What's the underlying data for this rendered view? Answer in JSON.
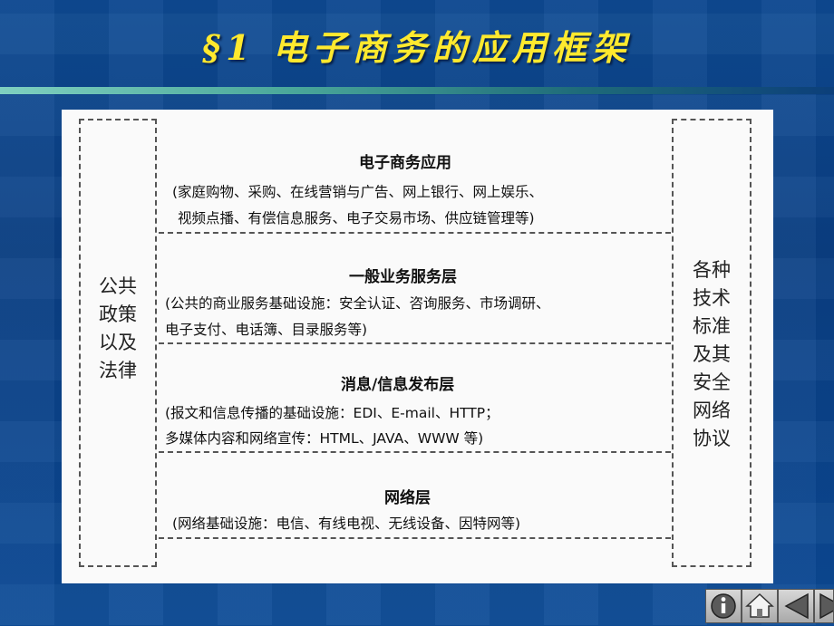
{
  "title": "§1 电子商务的应用框架",
  "left_column": [
    "公共",
    "政策",
    "以及",
    "法律"
  ],
  "right_column": [
    "各种",
    "技术",
    "标准",
    "及其",
    "安全",
    "网络",
    "协议"
  ],
  "layers": [
    {
      "title": "电子商务应用",
      "lines": [
        "(家庭购物、采购、在线营销与广告、网上银行、网上娱乐、",
        "视频点播、有偿信息服务、电子交易市场、供应链管理等)"
      ]
    },
    {
      "title": "一般业务服务层",
      "lines": [
        "(公共的商业服务基础设施：安全认证、咨询服务、市场调研、",
        "电子支付、电话簿、目录服务等)"
      ]
    },
    {
      "title": "消息/信息发布层",
      "lines": [
        "(报文和信息传播的基础设施：EDI、E-mail、HTTP；",
        "多媒体内容和网络宣传：HTML、JAVA、WWW 等)"
      ]
    },
    {
      "title": "网络层",
      "lines": [
        "(网络基础设施：电信、有线电视、无线设备、因特网等)"
      ]
    }
  ],
  "nav": {
    "info_icon": "info-icon",
    "home_icon": "home-icon",
    "prev_icon": "triangle-left-icon",
    "next_icon": "triangle-right-icon"
  }
}
